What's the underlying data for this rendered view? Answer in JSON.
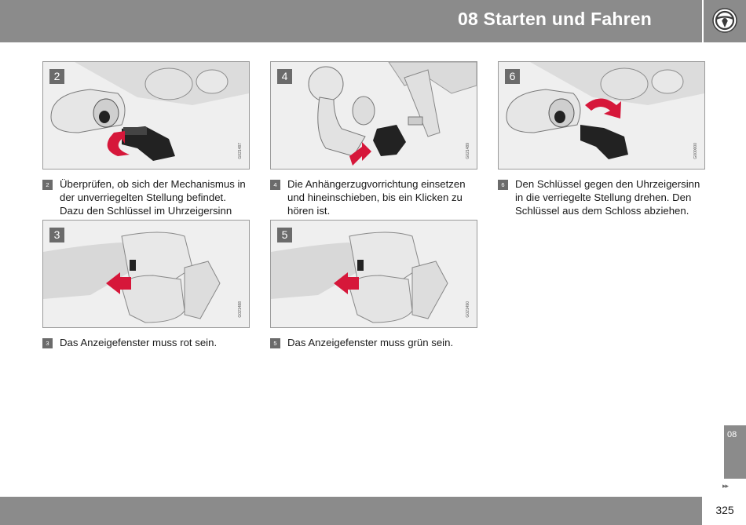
{
  "header": {
    "title": "08 Starten und Fahren",
    "icon": "steering-wheel-icon"
  },
  "figures": [
    {
      "num": "2",
      "code": "G021487",
      "caption_num": "2",
      "caption": "Überprüfen, ob sich der Mechanismus in der unverriegelten Stellung befindet. Dazu den Schlüssel im Uhrzeigersinn drehen."
    },
    {
      "num": "4",
      "code": "G021489",
      "caption_num": "4",
      "caption": "Die Anhängerzugvorrichtung einsetzen und hineinschieben, bis ein Klicken zu hören ist."
    },
    {
      "num": "6",
      "code": "G000000",
      "caption_num": "6",
      "caption": "Den Schlüssel gegen den Uhrzeigersinn in die verriegelte Stellung drehen. Den Schlüssel aus dem Schloss abziehen."
    },
    {
      "num": "3",
      "code": "G021488",
      "caption_num": "3",
      "caption": "Das Anzeigefenster muss rot sein."
    },
    {
      "num": "5",
      "code": "G021490",
      "caption_num": "5",
      "caption": "Das Anzeigefenster muss grün sein."
    }
  ],
  "side_tab": {
    "label": "08"
  },
  "next_indicator": "▸▸",
  "footer": {
    "page_number": "325"
  },
  "colors": {
    "bar_gray": "#8b8b8b",
    "badge_gray": "#6b6b6b",
    "arrow_red": "#d6173a"
  }
}
